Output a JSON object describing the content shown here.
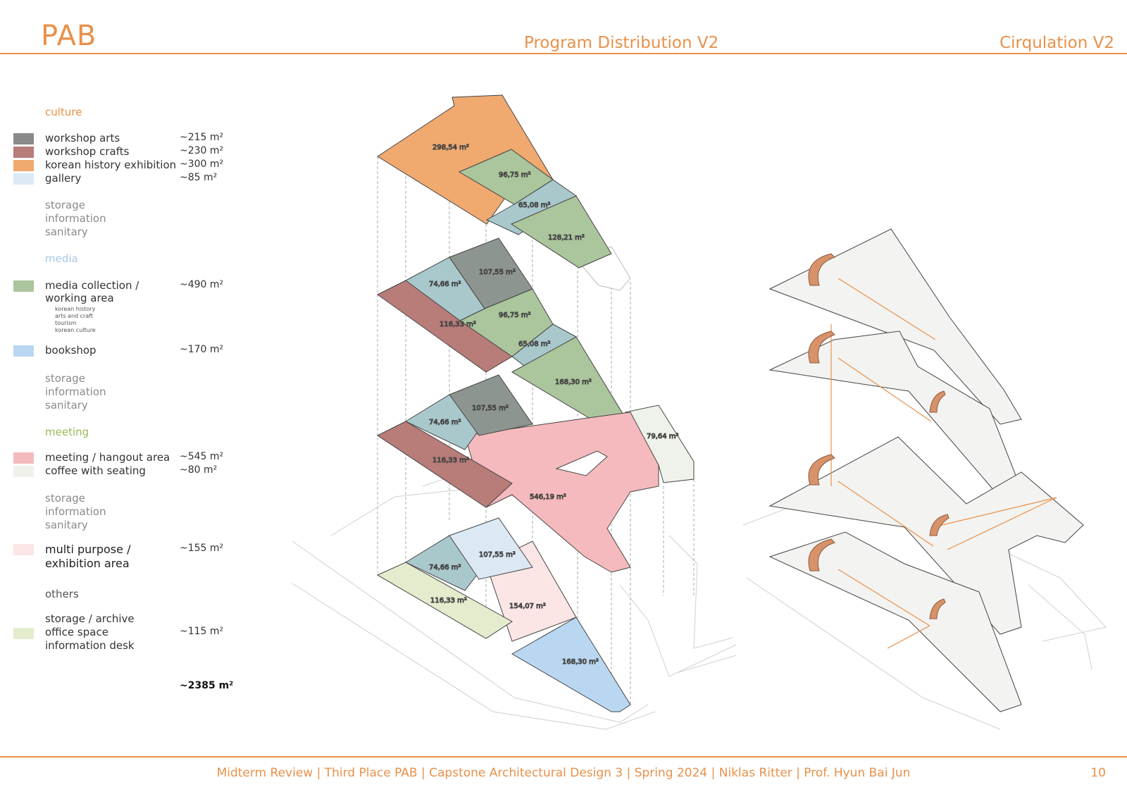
{
  "header": {
    "brand": "PAB",
    "program_title": "Program Distribution V2",
    "circulation_title": "Cirqulation V2"
  },
  "colors": {
    "accent": "#e8914a",
    "workshop_arts": "#8a8a8a",
    "workshop_crafts": "#b87c79",
    "korean_history": "#f0a96f",
    "gallery": "#dce9f5",
    "media_collection": "#abc59c",
    "bookshop": "#bad7f1",
    "meeting": "#f5babd",
    "coffee": "#eff2ea",
    "multi_purpose": "#fbe6e5",
    "others": "#e4ecce",
    "dusty_blue": "#a9c8cc",
    "section_media": "#a9c7e6",
    "section_meeting": "#9cb85a"
  },
  "legend": {
    "culture": {
      "title": "culture",
      "items": [
        {
          "label": "workshop arts",
          "area": "~215 m²"
        },
        {
          "label": "workshop crafts",
          "area": "~230 m²"
        },
        {
          "label": "korean history exhibition",
          "area": "~300 m²"
        },
        {
          "label": "gallery",
          "area": "~85 m²"
        }
      ],
      "extras": [
        "storage",
        "information",
        "sanitary"
      ]
    },
    "media": {
      "title": "media",
      "items": [
        {
          "label_line1": "media collection /",
          "label_line2": "working area",
          "area": "~490 m²"
        },
        {
          "label": "bookshop",
          "area": "~170 m²"
        }
      ],
      "sub_items": [
        "korean history",
        "arts and craft",
        "tourism",
        "korean culture"
      ],
      "extras": [
        "storage",
        "information",
        "sanitary"
      ]
    },
    "meeting": {
      "title": "meeting",
      "items": [
        {
          "label": "meeting / hangout area",
          "area": "~545 m²"
        },
        {
          "label": "coffee with seating",
          "area": "~80 m²"
        }
      ],
      "extras": [
        "storage",
        "information",
        "sanitary"
      ]
    },
    "multi": {
      "label_line1": "multi purpose /",
      "label_line2": "exhibition area",
      "area": "~155 m²"
    },
    "others": {
      "title": "others",
      "items": [
        "storage / archive",
        "office space",
        "information desk"
      ],
      "area": "~115 m²"
    },
    "total": "~2385 m²"
  },
  "floors": {
    "level4": [
      "298,54 m²",
      "96,75 m²",
      "65,08 m²",
      "128,21 m²"
    ],
    "level3": [
      "74,66 m²",
      "107,55 m²",
      "116,33 m²",
      "96,75 m²",
      "65,08 m²",
      "168,30 m²"
    ],
    "level2": [
      "74,66 m²",
      "107,55 m²",
      "116,33 m²",
      "546,19 m²",
      "79,64 m²"
    ],
    "level1": [
      "74,66 m²",
      "107,55 m²",
      "116,33 m²",
      "154,07 m²",
      "168,30 m²"
    ]
  },
  "footer": {
    "text": "Midterm Review | Third Place PAB | Capstone Architectural Design 3 | Spring 2024 | Niklas Ritter | Prof. Hyun Bai Jun",
    "page": "10"
  }
}
